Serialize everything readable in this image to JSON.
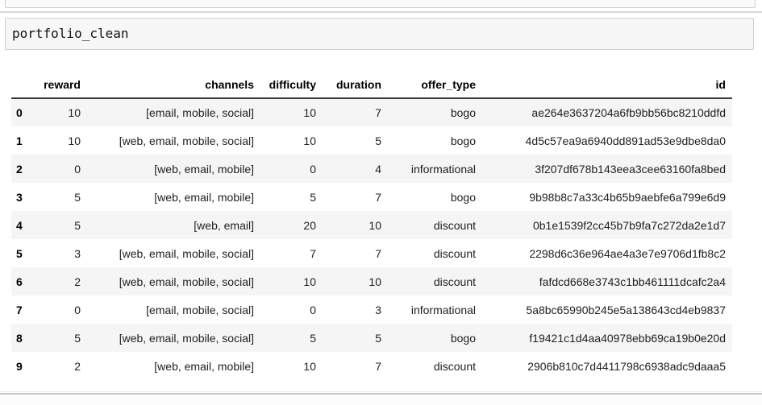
{
  "code_cell": {
    "source": "portfolio_clean"
  },
  "dataframe": {
    "index_header": "",
    "columns": [
      "reward",
      "channels",
      "difficulty",
      "duration",
      "offer_type",
      "id"
    ],
    "rows": [
      {
        "index": "0",
        "reward": "10",
        "channels": "[email, mobile, social]",
        "difficulty": "10",
        "duration": "7",
        "offer_type": "bogo",
        "id": "ae264e3637204a6fb9bb56bc8210ddfd"
      },
      {
        "index": "1",
        "reward": "10",
        "channels": "[web, email, mobile, social]",
        "difficulty": "10",
        "duration": "5",
        "offer_type": "bogo",
        "id": "4d5c57ea9a6940dd891ad53e9dbe8da0"
      },
      {
        "index": "2",
        "reward": "0",
        "channels": "[web, email, mobile]",
        "difficulty": "0",
        "duration": "4",
        "offer_type": "informational",
        "id": "3f207df678b143eea3cee63160fa8bed"
      },
      {
        "index": "3",
        "reward": "5",
        "channels": "[web, email, mobile]",
        "difficulty": "5",
        "duration": "7",
        "offer_type": "bogo",
        "id": "9b98b8c7a33c4b65b9aebfe6a799e6d9"
      },
      {
        "index": "4",
        "reward": "5",
        "channels": "[web, email]",
        "difficulty": "20",
        "duration": "10",
        "offer_type": "discount",
        "id": "0b1e1539f2cc45b7b9fa7c272da2e1d7"
      },
      {
        "index": "5",
        "reward": "3",
        "channels": "[web, email, mobile, social]",
        "difficulty": "7",
        "duration": "7",
        "offer_type": "discount",
        "id": "2298d6c36e964ae4a3e7e9706d1fb8c2"
      },
      {
        "index": "6",
        "reward": "2",
        "channels": "[web, email, mobile, social]",
        "difficulty": "10",
        "duration": "10",
        "offer_type": "discount",
        "id": "fafdcd668e3743c1bb461111dcafc2a4"
      },
      {
        "index": "7",
        "reward": "0",
        "channels": "[email, mobile, social]",
        "difficulty": "0",
        "duration": "3",
        "offer_type": "informational",
        "id": "5a8bc65990b245e5a138643cd4eb9837"
      },
      {
        "index": "8",
        "reward": "5",
        "channels": "[web, email, mobile, social]",
        "difficulty": "5",
        "duration": "5",
        "offer_type": "bogo",
        "id": "f19421c1d4aa40978ebb69ca19b0e20d"
      },
      {
        "index": "9",
        "reward": "2",
        "channels": "[web, email, mobile]",
        "difficulty": "10",
        "duration": "7",
        "offer_type": "discount",
        "id": "2906b810c7d4411798c6938adc9daaa5"
      }
    ]
  },
  "colors": {
    "cell_background": "#f7f7f7",
    "cell_border": "#cfcfcf",
    "row_stripe": "#f5f5f5",
    "header_rule": "#3c3c3c",
    "cell_divider": "#c6c6c6"
  }
}
